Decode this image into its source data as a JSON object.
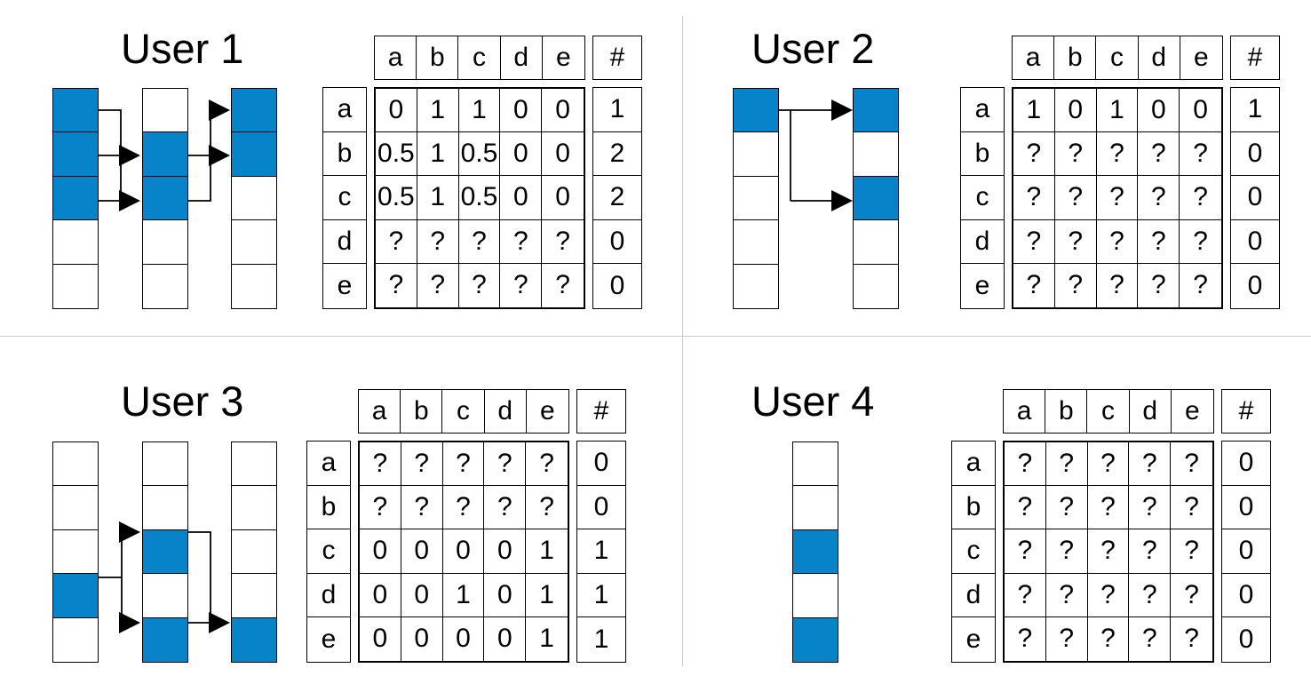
{
  "figure": {
    "colors": {
      "active": "#0683C9",
      "line": "#000000",
      "divider": "#c8c8c8",
      "background": "#ffffff"
    },
    "matrix_column_headers": [
      "a",
      "b",
      "c",
      "d",
      "e"
    ],
    "matrix_row_headers": [
      "a",
      "b",
      "c",
      "d",
      "e"
    ],
    "count_header": "#"
  },
  "panels": [
    {
      "title": "User 1",
      "columns": [
        {
          "cells": [
            true,
            true,
            true,
            false,
            false
          ]
        },
        {
          "cells": [
            false,
            true,
            true,
            false,
            false
          ]
        },
        {
          "cells": [
            true,
            true,
            false,
            false,
            false
          ]
        }
      ],
      "matrix": {
        "rows": [
          {
            "label": "a",
            "values": [
              "0",
              "1",
              "1",
              "0",
              "0"
            ],
            "count": "1"
          },
          {
            "label": "b",
            "values": [
              "0.5",
              "1",
              "0.5",
              "0",
              "0"
            ],
            "count": "2"
          },
          {
            "label": "c",
            "values": [
              "0.5",
              "1",
              "0.5",
              "0",
              "0"
            ],
            "count": "2"
          },
          {
            "label": "d",
            "values": [
              "?",
              "?",
              "?",
              "?",
              "?"
            ],
            "count": "0"
          },
          {
            "label": "e",
            "values": [
              "?",
              "?",
              "?",
              "?",
              "?"
            ],
            "count": "0"
          }
        ]
      }
    },
    {
      "title": "User 2",
      "columns": [
        {
          "cells": [
            true,
            false,
            false,
            false,
            false
          ]
        },
        {
          "cells": [
            true,
            false,
            true,
            false,
            false
          ]
        }
      ],
      "matrix": {
        "rows": [
          {
            "label": "a",
            "values": [
              "1",
              "0",
              "1",
              "0",
              "0"
            ],
            "count": "1"
          },
          {
            "label": "b",
            "values": [
              "?",
              "?",
              "?",
              "?",
              "?"
            ],
            "count": "0"
          },
          {
            "label": "c",
            "values": [
              "?",
              "?",
              "?",
              "?",
              "?"
            ],
            "count": "0"
          },
          {
            "label": "d",
            "values": [
              "?",
              "?",
              "?",
              "?",
              "?"
            ],
            "count": "0"
          },
          {
            "label": "e",
            "values": [
              "?",
              "?",
              "?",
              "?",
              "?"
            ],
            "count": "0"
          }
        ]
      }
    },
    {
      "title": "User 3",
      "columns": [
        {
          "cells": [
            false,
            false,
            false,
            true,
            false
          ]
        },
        {
          "cells": [
            false,
            false,
            true,
            false,
            true
          ]
        },
        {
          "cells": [
            false,
            false,
            false,
            false,
            true
          ]
        }
      ],
      "matrix": {
        "rows": [
          {
            "label": "a",
            "values": [
              "?",
              "?",
              "?",
              "?",
              "?"
            ],
            "count": "0"
          },
          {
            "label": "b",
            "values": [
              "?",
              "?",
              "?",
              "?",
              "?"
            ],
            "count": "0"
          },
          {
            "label": "c",
            "values": [
              "0",
              "0",
              "0",
              "0",
              "1"
            ],
            "count": "1"
          },
          {
            "label": "d",
            "values": [
              "0",
              "0",
              "1",
              "0",
              "1"
            ],
            "count": "1"
          },
          {
            "label": "e",
            "values": [
              "0",
              "0",
              "0",
              "0",
              "1"
            ],
            "count": "1"
          }
        ]
      }
    },
    {
      "title": "User 4",
      "columns": [
        {
          "cells": [
            false,
            false,
            true,
            false,
            true
          ]
        }
      ],
      "matrix": {
        "rows": [
          {
            "label": "a",
            "values": [
              "?",
              "?",
              "?",
              "?",
              "?"
            ],
            "count": "0"
          },
          {
            "label": "b",
            "values": [
              "?",
              "?",
              "?",
              "?",
              "?"
            ],
            "count": "0"
          },
          {
            "label": "c",
            "values": [
              "?",
              "?",
              "?",
              "?",
              "?"
            ],
            "count": "0"
          },
          {
            "label": "d",
            "values": [
              "?",
              "?",
              "?",
              "?",
              "?"
            ],
            "count": "0"
          },
          {
            "label": "e",
            "values": [
              "?",
              "?",
              "?",
              "?",
              "?"
            ],
            "count": "0"
          }
        ]
      }
    }
  ]
}
